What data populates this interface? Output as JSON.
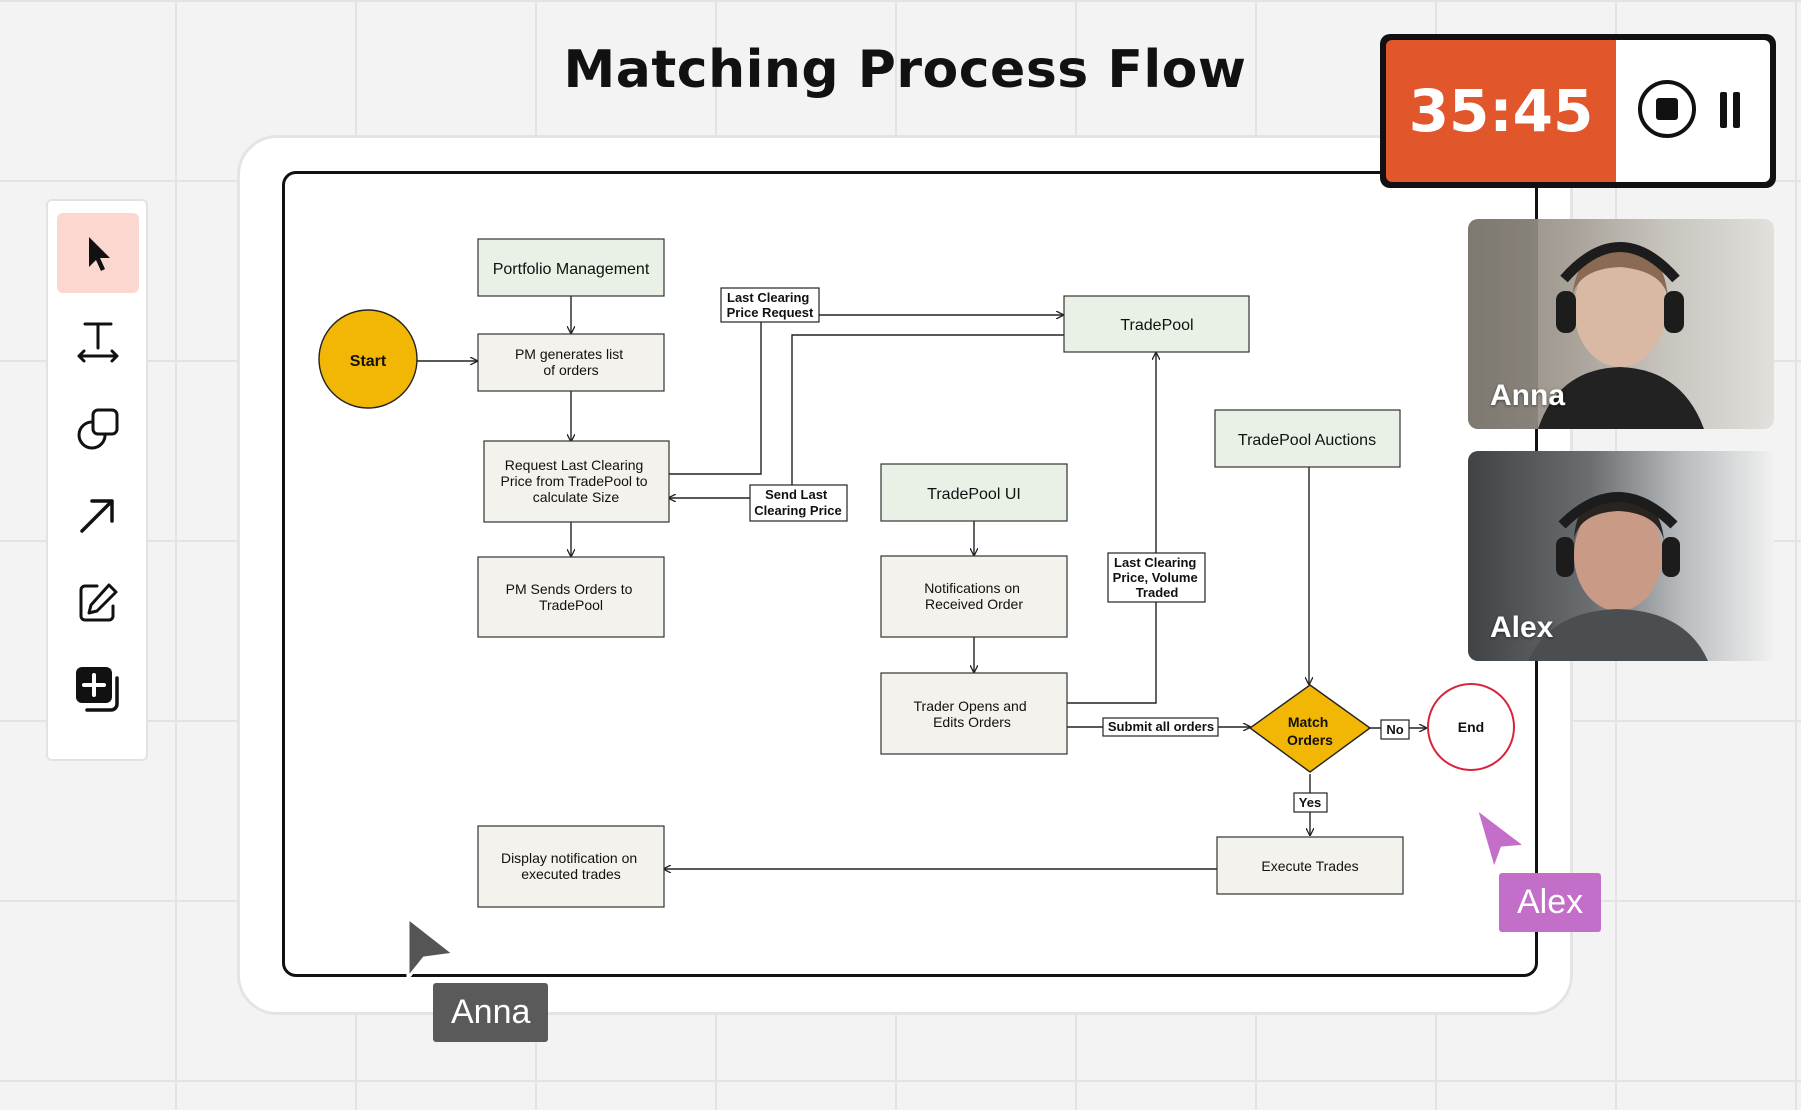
{
  "page": {
    "title": "Matching Process Flow"
  },
  "toolbar": {
    "tools": [
      {
        "name": "select-tool",
        "icon": "cursor-arrow-icon"
      },
      {
        "name": "text-tool",
        "icon": "text-icon"
      },
      {
        "name": "shapes-tool",
        "icon": "shapes-icon"
      },
      {
        "name": "arrow-tool",
        "icon": "arrow-icon"
      },
      {
        "name": "draw-tool",
        "icon": "pencil-icon"
      },
      {
        "name": "add-tool",
        "icon": "add-icon"
      }
    ],
    "active": "select-tool",
    "active_color": "#fbd7d0"
  },
  "timer": {
    "value": "35:45",
    "color": "#e2562b"
  },
  "participants": [
    {
      "name": "Anna",
      "label_color": "#5a5a5a"
    },
    {
      "name": "Alex",
      "label_color": "#c36fc9"
    }
  ],
  "diagram": {
    "nodes": {
      "start": "Start",
      "portfolio_mgmt": "Portfolio Management",
      "pm_list": [
        "PM generates list",
        "of orders"
      ],
      "request_clearing": [
        "Request Last Clearing",
        "Price from TradePool to",
        "calculate Size"
      ],
      "pm_sends": [
        "PM Sends Orders to",
        "TradePool"
      ],
      "tradepool": "TradePool",
      "tradepool_ui": "TradePool UI",
      "notifications": [
        "Notifications on",
        "Received Order"
      ],
      "trader_opens": [
        "Trader Opens and",
        "Edits Orders"
      ],
      "tradepool_auctions": "TradePool Auctions",
      "match_orders": [
        "Match",
        "Orders"
      ],
      "end": "End",
      "execute_trades": "Execute Trades",
      "display_notification": [
        "Display notification on",
        "executed trades"
      ]
    },
    "edge_labels": {
      "last_clearing_request": [
        "Last Clearing",
        "Price Request"
      ],
      "send_last_clearing": [
        "Send Last",
        "Clearing Price"
      ],
      "last_clearing_volume": [
        "Last Clearing",
        "Price, Volume",
        "Traded"
      ],
      "submit_all": "Submit all orders",
      "no": "No",
      "yes": "Yes"
    },
    "colors": {
      "node_fill": "#f3f2ec",
      "tradepool_fill": "#e9f1e6",
      "start_fill": "#f2b705",
      "decision_fill": "#f2b705",
      "end_stroke": "#d8243a"
    }
  }
}
